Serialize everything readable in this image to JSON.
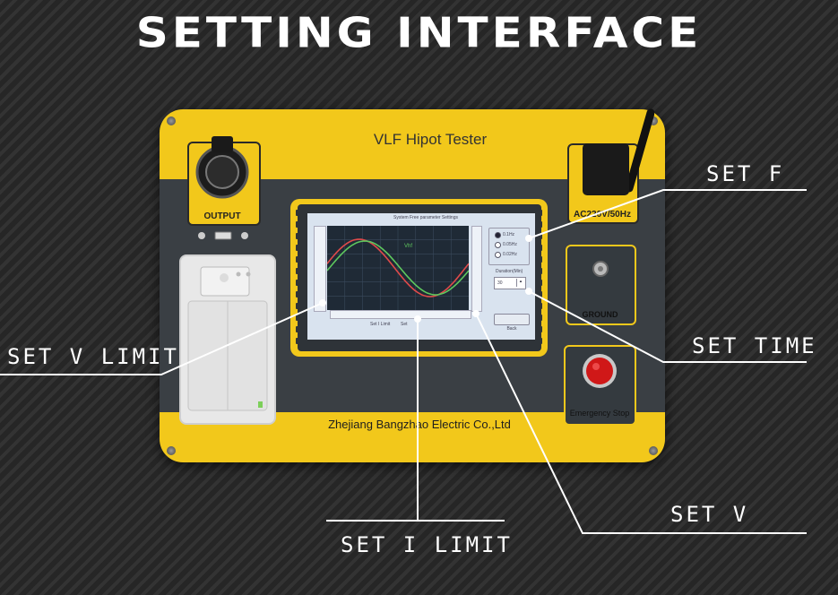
{
  "header": {
    "title": "SETTING INTERFACE"
  },
  "device": {
    "title": "VLF Hipot Tester",
    "output_label": "OUTPUT",
    "power_label": "AC220V/50Hz",
    "ground_label": "GROUND",
    "estop_label": "Emergency Stop",
    "company": "Zhejiang Bangzhao Electric Co.,Ltd"
  },
  "screen": {
    "title": "System Free parameter Settings",
    "curve_label": "Vhf",
    "freq_options": [
      "0.1Hz",
      "0.05Hz",
      "0.02Hz"
    ],
    "duration_label": "Duration(Min)",
    "duration_value": "30",
    "set_label": "Set I Limit",
    "set_label2": "Set",
    "back_button": "Back"
  },
  "callouts": {
    "set_f": "SET F",
    "set_time": "SET TIME",
    "set_v_limit": "SET V LIMIT",
    "set_i_limit": "SET I LIMIT",
    "set_v": "SET V"
  },
  "colors": {
    "panel": "#f2c81b",
    "band": "#3a3f44",
    "wave_red": "#e04a4a",
    "wave_green": "#5ec85e"
  }
}
